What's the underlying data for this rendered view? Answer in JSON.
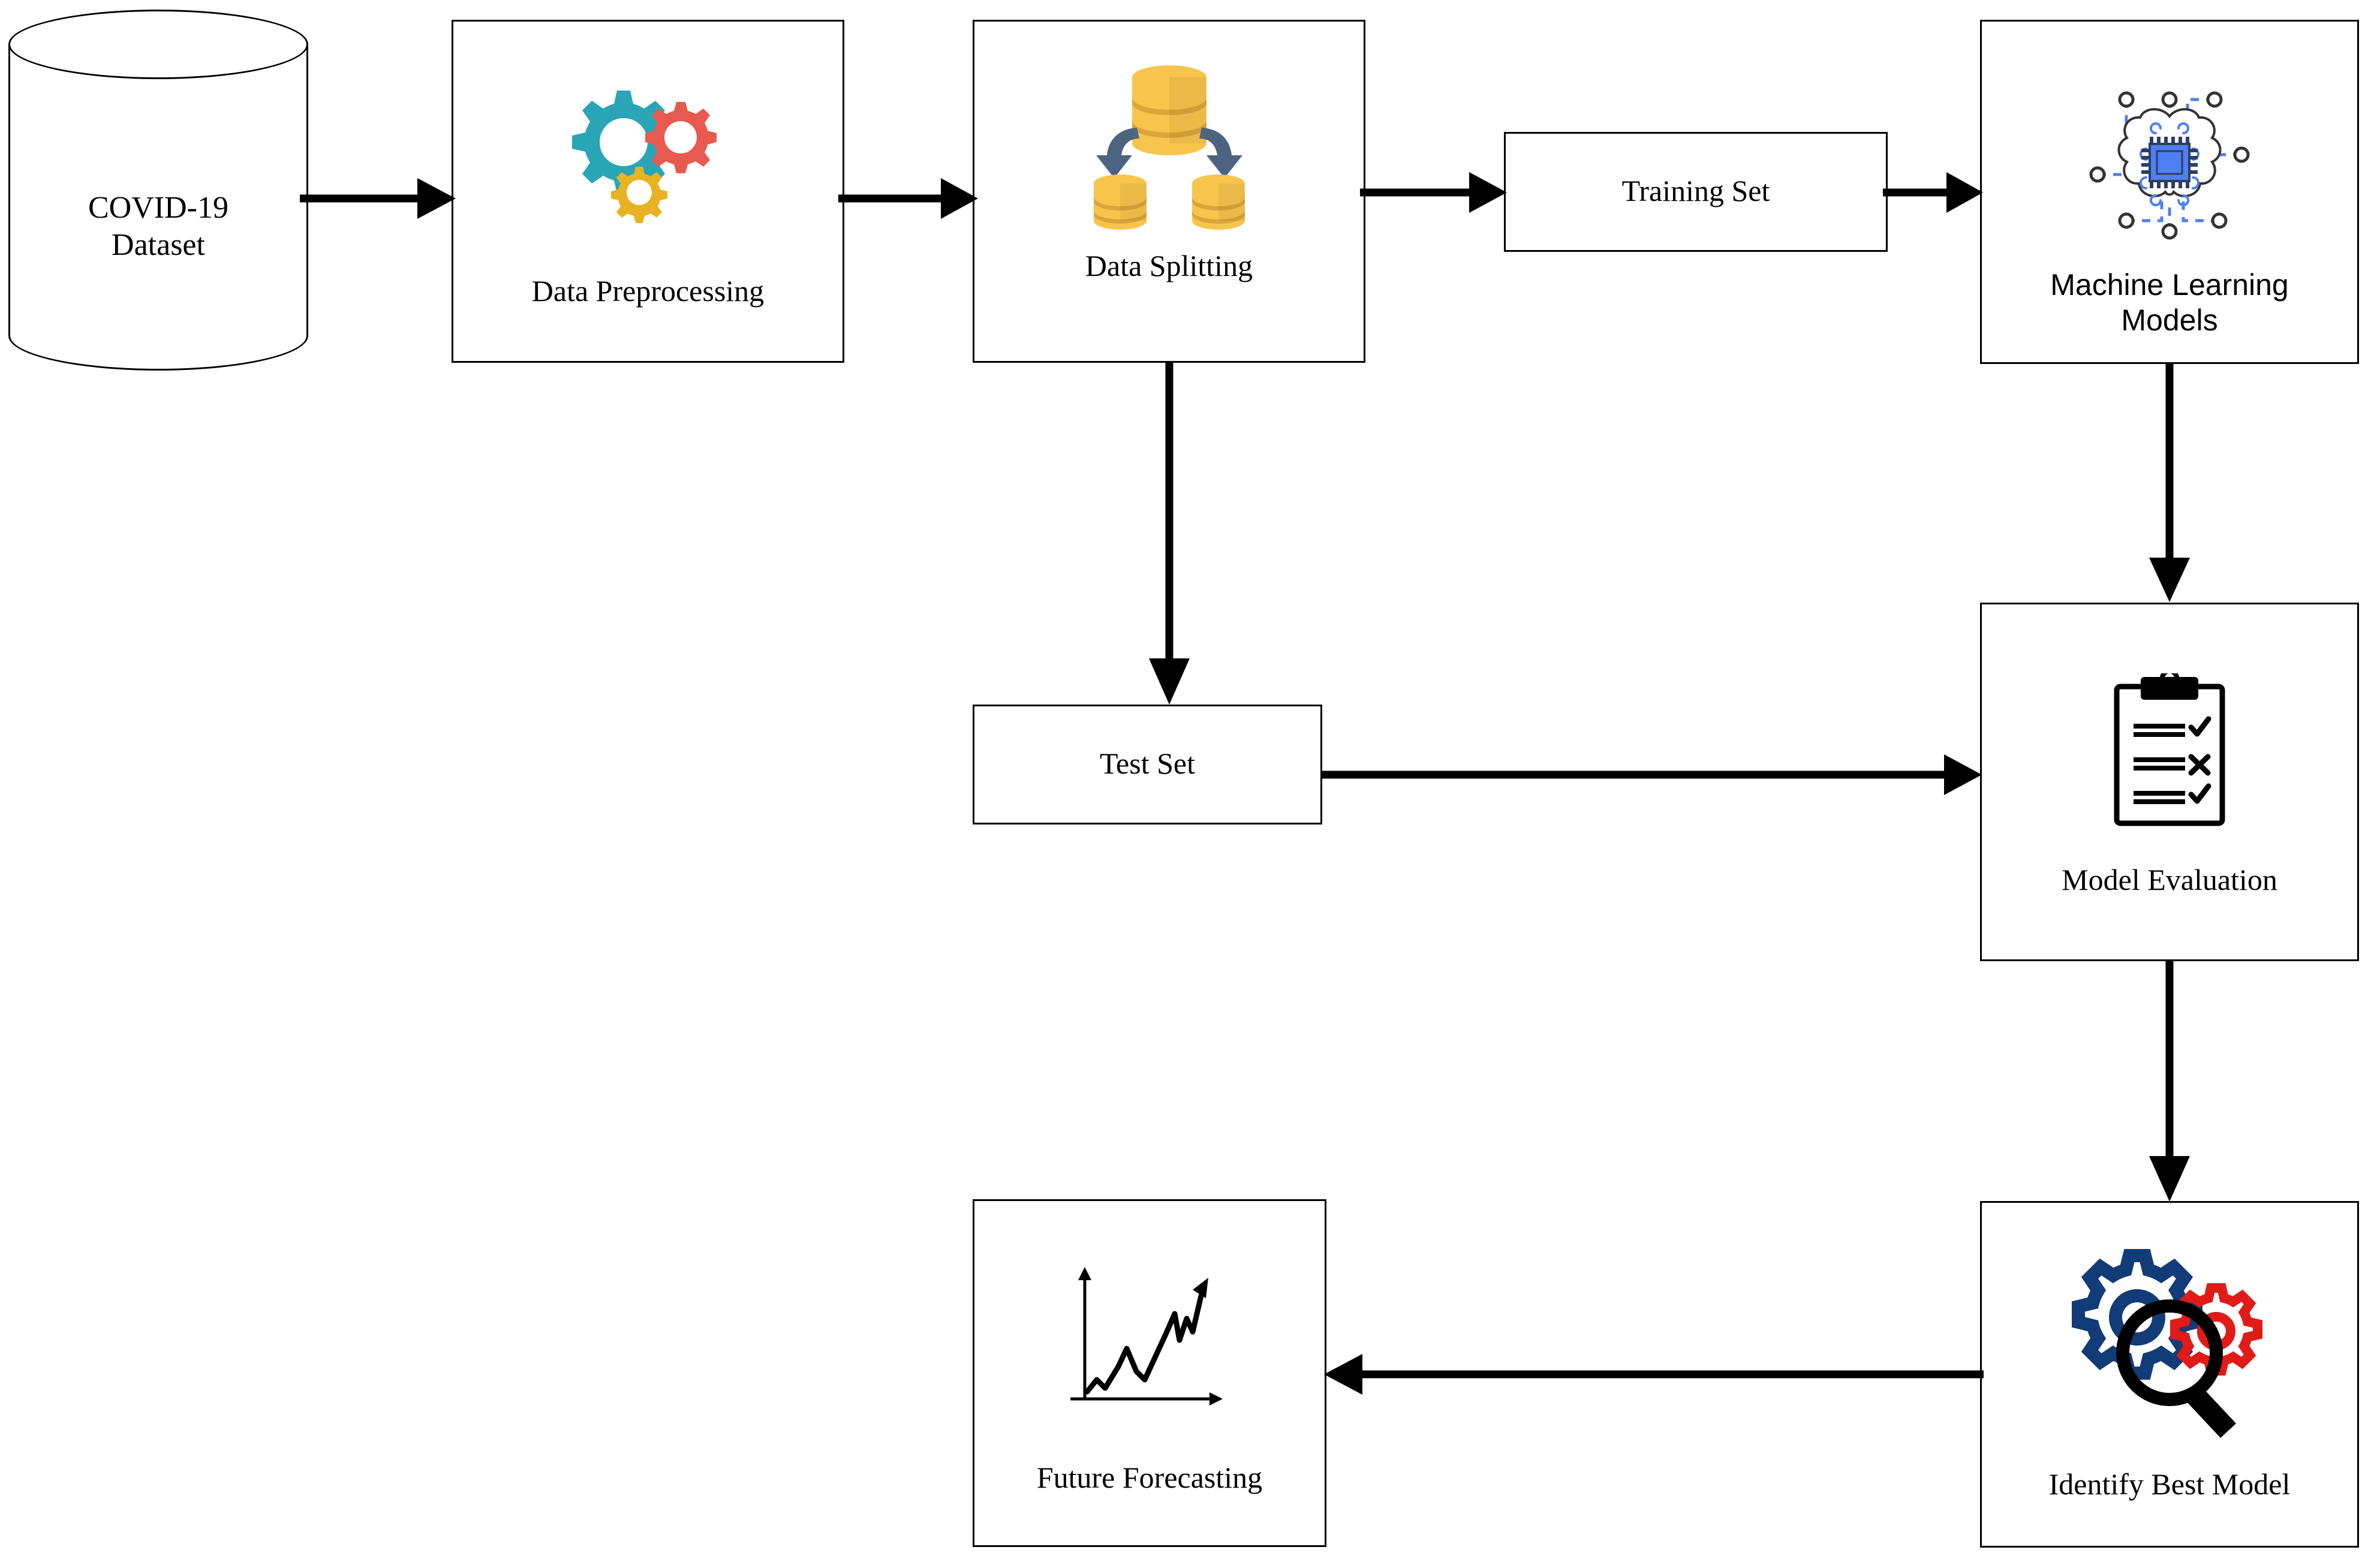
{
  "diagram": {
    "title": "COVID-19 machine learning forecasting pipeline",
    "colors": {
      "stroke": "#000000",
      "background": "#ffffff",
      "gear_teal": "#2aa5b5",
      "gear_red": "#e8594f",
      "gear_yellow": "#e7b322",
      "db_yellow": "#f7c44c",
      "db_yellow_dark": "#dba53a",
      "split_arrow_blue": "#4d6480",
      "ml_blue": "#4f7ff0",
      "ml_node_outline": "#333333",
      "gear_navy": "#123c78",
      "gear_bright_red": "#e01b18"
    },
    "nodes": [
      {
        "id": "covid-dataset",
        "label": "COVID-19\nDataset",
        "shape": "cylinder",
        "icon": "database-cylinder-icon"
      },
      {
        "id": "data-preprocessing",
        "label": "Data Preprocessing",
        "shape": "rect",
        "icon": "gears-icon"
      },
      {
        "id": "data-splitting",
        "label": "Data Splitting",
        "shape": "rect",
        "icon": "database-split-icon"
      },
      {
        "id": "training-set",
        "label": "Training Set",
        "shape": "rect",
        "icon": null
      },
      {
        "id": "machine-learning-models",
        "label": "Machine Learning\nModels",
        "shape": "rect",
        "icon": "brain-chip-icon"
      },
      {
        "id": "test-set",
        "label": "Test Set",
        "shape": "rect",
        "icon": null
      },
      {
        "id": "model-evaluation",
        "label": "Model Evaluation",
        "shape": "rect",
        "icon": "clipboard-checklist-icon"
      },
      {
        "id": "identify-best-model",
        "label": "Identify Best Model",
        "shape": "rect",
        "icon": "gears-magnifier-icon"
      },
      {
        "id": "future-forecasting",
        "label": "Future Forecasting",
        "shape": "rect",
        "icon": "rising-trend-chart-icon"
      }
    ],
    "edges": [
      {
        "id": "e1",
        "from": "covid-dataset",
        "to": "data-preprocessing",
        "direction": "right"
      },
      {
        "id": "e2",
        "from": "data-preprocessing",
        "to": "data-splitting",
        "direction": "right"
      },
      {
        "id": "e3",
        "from": "data-splitting",
        "to": "training-set",
        "direction": "right"
      },
      {
        "id": "e4",
        "from": "training-set",
        "to": "machine-learning-models",
        "direction": "right"
      },
      {
        "id": "e5",
        "from": "data-splitting",
        "to": "test-set",
        "direction": "down"
      },
      {
        "id": "e6",
        "from": "machine-learning-models",
        "to": "model-evaluation",
        "direction": "down"
      },
      {
        "id": "e7",
        "from": "test-set",
        "to": "model-evaluation",
        "direction": "right"
      },
      {
        "id": "e8",
        "from": "model-evaluation",
        "to": "identify-best-model",
        "direction": "down"
      },
      {
        "id": "e9",
        "from": "identify-best-model",
        "to": "future-forecasting",
        "direction": "left"
      }
    ]
  }
}
